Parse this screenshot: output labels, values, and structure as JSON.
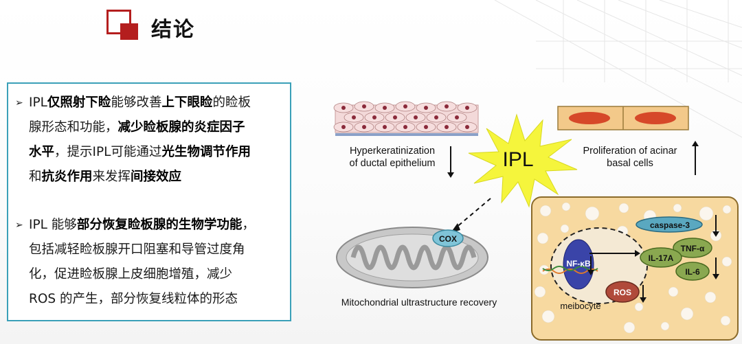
{
  "title": "结论",
  "bullets": [
    {
      "line1": [
        "IPL",
        "仅照射下睑",
        "能够改善",
        "上下眼睑",
        "的睑板"
      ],
      "line2": [
        "腺形态和功能，",
        "减少睑板腺的炎症因子"
      ],
      "line3": [
        "水平",
        "，提示IPL可能通过",
        "光生物调节作用"
      ],
      "line4": [
        "和",
        "抗炎作用",
        "来发挥",
        "间接效应"
      ]
    },
    {
      "line1": [
        "IPL 能够",
        "部分恢复睑板腺的生物学功能",
        "，"
      ],
      "line2": [
        "包括减轻睑板腺开口阻塞和导管过度角"
      ],
      "line3": [
        "化，促进睑板腺上皮细胞增殖，减少"
      ],
      "line4": [
        "ROS 的产生，部分恢复线粒体的形态"
      ]
    }
  ],
  "diagram": {
    "center": "IPL",
    "hyper_line1": "Hyperkeratinization",
    "hyper_line2": "of ductal epithelium",
    "prolif_line1": "Proliferation of acinar",
    "prolif_line2": "basal cells",
    "mito_label": "Mitochondrial ultrastructure recovery",
    "cox": "COX",
    "caspase": "caspase-3",
    "tnf": "TNF-α",
    "il17": "IL-17A",
    "il6": "IL-6",
    "nfkb": "NF-κB",
    "ros": "ROS",
    "meibocyte": "meibocyte"
  },
  "colors": {
    "accent_red": "#b41e1e",
    "border_teal": "#3aa0b8",
    "star_yellow": "#f5f53c",
    "cell_fill": "#f7d9a0",
    "cell_border": "#8a6a2a"
  }
}
